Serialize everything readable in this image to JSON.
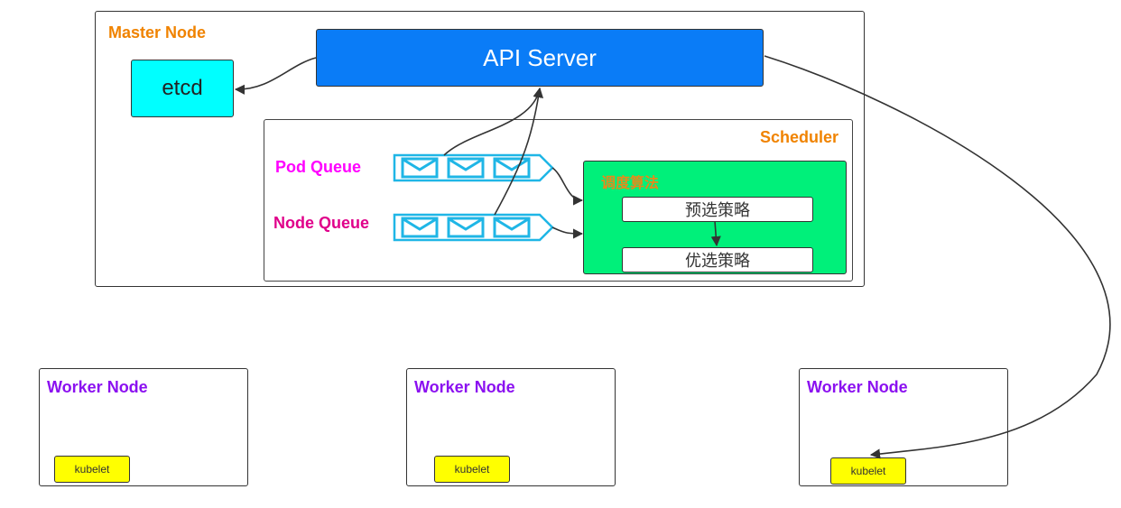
{
  "master": {
    "title": "Master Node"
  },
  "api_server": {
    "label": "API Server"
  },
  "etcd": {
    "label": "etcd"
  },
  "scheduler": {
    "title": "Scheduler",
    "pod_queue_label": "Pod Queue",
    "node_queue_label": "Node Queue",
    "algorithm": {
      "title": "调度算法",
      "predicates_label": "预选策略",
      "priorities_label": "优选策略"
    }
  },
  "workers": [
    {
      "title": "Worker Node",
      "kubelet": "kubelet"
    },
    {
      "title": "Worker Node",
      "kubelet": "kubelet"
    },
    {
      "title": "Worker Node",
      "kubelet": "kubelet"
    }
  ],
  "colors": {
    "api_server": "#0a7cf7",
    "etcd": "#00ffff",
    "algorithm": "#00f07a",
    "kubelet": "#ffff00",
    "queue": "#1fb6e6",
    "master_title": "#f08300",
    "worker_title": "#8b10f0",
    "pod_queue": "#ff00ff",
    "node_queue": "#e0008a"
  }
}
